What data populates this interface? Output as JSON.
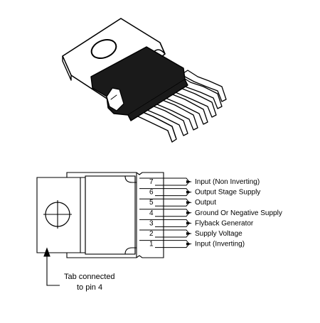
{
  "pins": [
    {
      "number": "7",
      "function": "Input (Non Inverting)"
    },
    {
      "number": "6",
      "function": "Output Stage Supply"
    },
    {
      "number": "5",
      "function": "Output"
    },
    {
      "number": "4",
      "function": "Ground Or Negative Supply"
    },
    {
      "number": "3",
      "function": "Flyback Generator"
    },
    {
      "number": "2",
      "function": "Supply Voltage"
    },
    {
      "number": "1",
      "function": "Input (Inverting)"
    }
  ],
  "tab_note": {
    "line1": "Tab connected",
    "line2": "to pin 4"
  },
  "colors": {
    "ink": "#000000",
    "body_fill": "#1a1a1a",
    "metal_fill": "#ffffff"
  }
}
